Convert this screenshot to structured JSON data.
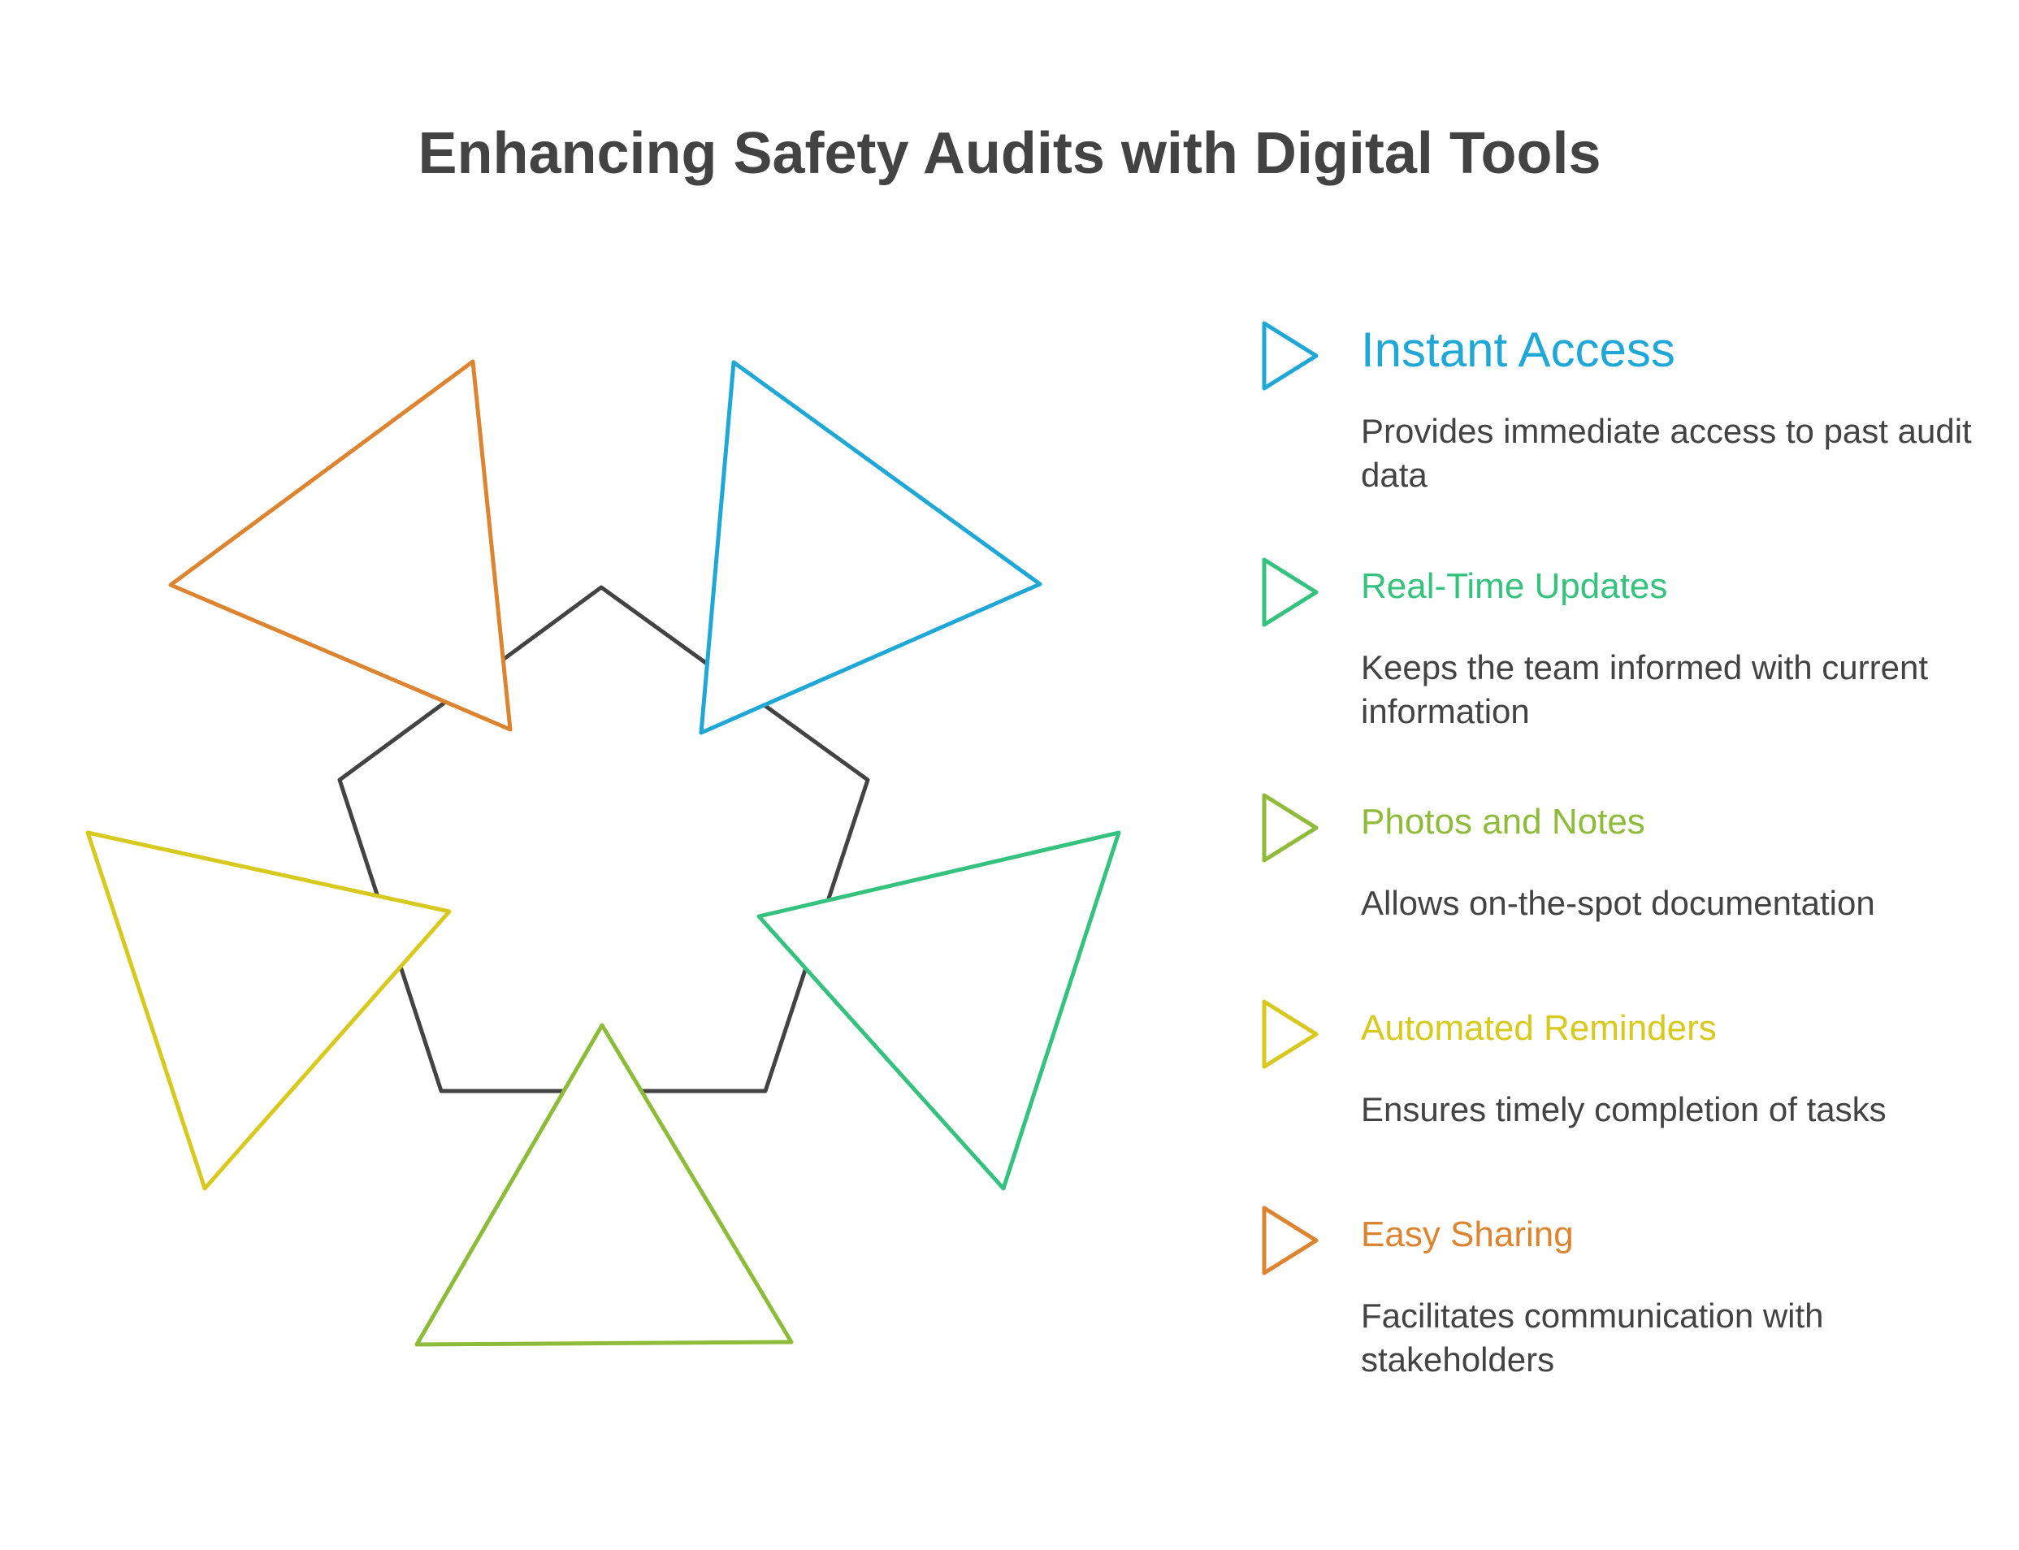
{
  "title": "Enhancing Safety Audits with Digital Tools",
  "colors": {
    "text": "#434343",
    "pentagon": "#434343",
    "blue": "#1fa7d6",
    "teal": "#35c27f",
    "green": "#8fbb3a",
    "yellow": "#d8c91e",
    "orange": "#dd8430"
  },
  "items": [
    {
      "heading": "Instant Access",
      "description": "Provides immediate access to past audit data",
      "color": "#1fa7d6",
      "icon": "triangle-right-icon"
    },
    {
      "heading": "Real-Time Updates",
      "description": "Keeps the team informed with current information",
      "color": "#35c27f",
      "icon": "triangle-right-icon"
    },
    {
      "heading": "Photos and Notes",
      "description": "Allows on-the-spot documentation",
      "color": "#8fbb3a",
      "icon": "triangle-right-icon"
    },
    {
      "heading": "Automated Reminders",
      "description": "Ensures timely completion of tasks",
      "color": "#d8c91e",
      "icon": "triangle-right-icon"
    },
    {
      "heading": "Easy Sharing",
      "description": "Facilitates communication with stakeholders",
      "color": "#dd8430",
      "icon": "triangle-right-icon"
    }
  ]
}
